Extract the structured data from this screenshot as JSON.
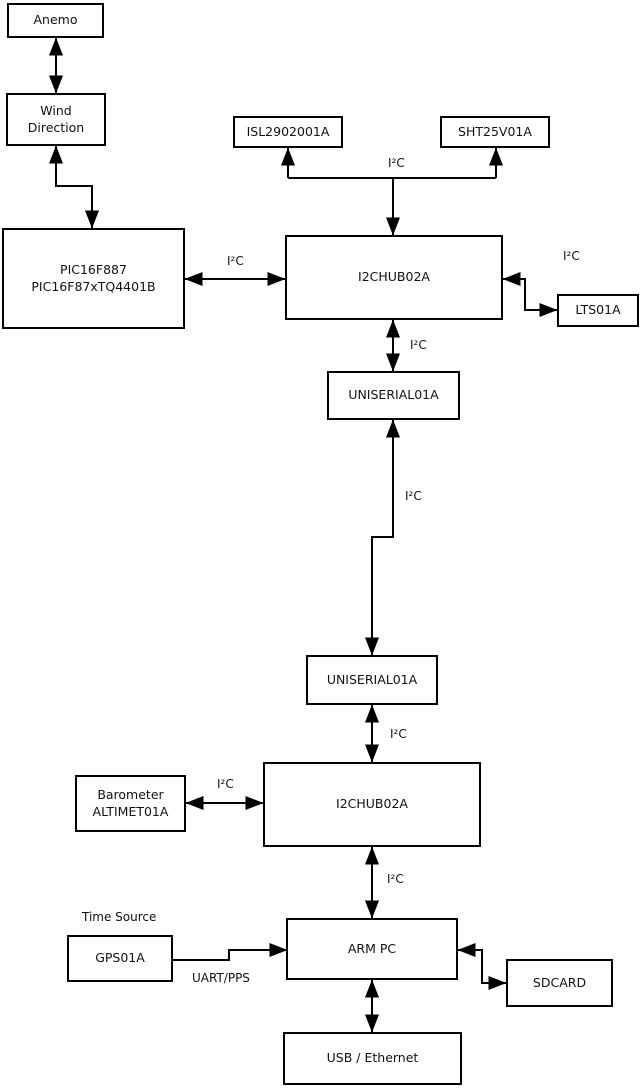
{
  "diagram": {
    "background_color": "#ffffff",
    "line_color": "#000000",
    "box_border_color": "#000000",
    "box_fill_color": "#ffffff"
  },
  "nodes": {
    "anemo": {
      "label": "Anemo"
    },
    "wind_direction": {
      "line1": "Wind",
      "line2": "Direction"
    },
    "pic": {
      "line1": "PIC16F887",
      "line2": "PIC16F87xTQ4401B"
    },
    "isl": {
      "label": "ISL2902001A"
    },
    "sht": {
      "label": "SHT25V01A"
    },
    "hub1": {
      "label": "I2CHUB02A"
    },
    "lts": {
      "label": "LTS01A"
    },
    "uniserial1": {
      "label": "UNISERIAL01A"
    },
    "uniserial2": {
      "label": "UNISERIAL01A"
    },
    "hub2": {
      "label": "I2CHUB02A"
    },
    "barometer": {
      "line1": "Barometer",
      "line2": "ALTIMET01A"
    },
    "gps": {
      "label": "GPS01A"
    },
    "arm_pc": {
      "label": "ARM PC"
    },
    "sdcard": {
      "label": "SDCARD"
    },
    "usb_ethernet": {
      "label": "USB / Ethernet"
    }
  },
  "edge_labels": {
    "i2c_sensors_top": "I²C",
    "i2c_pic_hub1": "I²C",
    "i2c_hub1_lts": "I²C",
    "i2c_hub1_uniserial1": "I²C",
    "i2c_long_link": "I²C",
    "i2c_uniserial2_hub2": "I²C",
    "i2c_barometer_hub2": "I²C",
    "i2c_hub2_armpc": "I²C",
    "time_source": "Time Source",
    "uart_pps": "UART/PPS"
  }
}
